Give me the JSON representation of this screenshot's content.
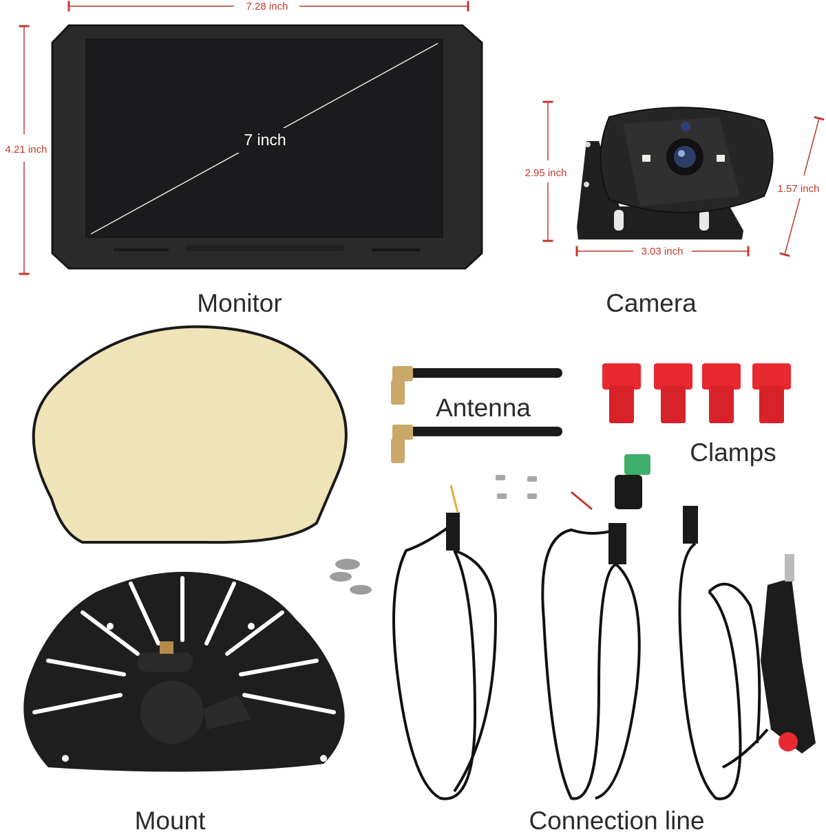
{
  "dimensions": {
    "monitor_width": "7.28 inch",
    "monitor_height": "4.21 inch",
    "screen_diagonal": "7 inch",
    "camera_height": "2.95 inch",
    "camera_width": "3.03 inch",
    "camera_depth": "1.57 inch"
  },
  "captions": {
    "monitor": "Monitor",
    "camera": "Camera",
    "antenna": "Antenna",
    "clamps": "Clamps",
    "mount": "Mount",
    "connection_line": "Connection line"
  },
  "colors": {
    "dimension_red": "#c0392b",
    "monitor_body": "#2a2a2a",
    "screen": "#1b1b1d",
    "adhesive_pad": "#efe3b8",
    "clamp_red": "#e8292f"
  },
  "icons": [
    "monitor",
    "camera",
    "adhesive-pad",
    "antenna",
    "clamp",
    "screw",
    "mount-bracket",
    "cable",
    "cigarette-lighter-plug"
  ]
}
